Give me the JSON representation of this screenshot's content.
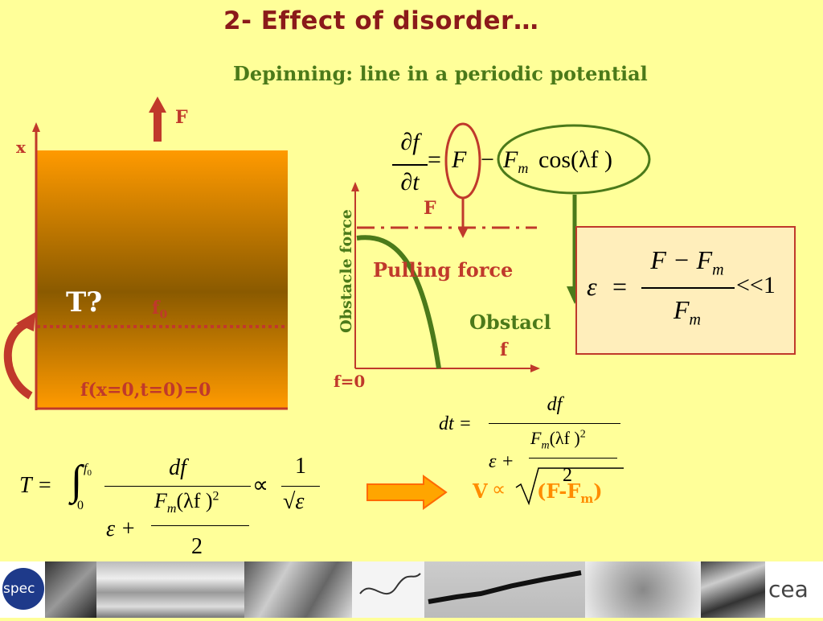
{
  "slide": {
    "title": "2- Effect of disorder…",
    "subtitle": "Depinning: line in a periodic potential"
  },
  "left_diagram": {
    "axis_x_label": "x",
    "force_arrow_label": "F",
    "temperature_label": "T?",
    "f0_label": "f",
    "f0_subscript": "0",
    "initial_condition": "f(x=0,t=0)=0"
  },
  "equation_of_motion": {
    "df": "∂f",
    "dt": "∂t",
    "eq": "=",
    "F": "F",
    "minus": "−",
    "Fm": "F",
    "m_sub": "m",
    "cos": "cos(λf )"
  },
  "force_plot": {
    "y_axis_label": "Obstacle force",
    "F_label": "F",
    "pulling_force_label": "Pulling force",
    "obstacle_label": "Obstacl",
    "f_axis_label": "f",
    "f0_axis_label": "f=0"
  },
  "epsilon_box": {
    "eps": "ε",
    "eq": "=",
    "numerator": "F − F",
    "num_sub": "m",
    "denominator": "F",
    "den_sub": "m",
    "condition": "<<1"
  },
  "dt_formula": {
    "lhs": "dt =",
    "num": "df",
    "den_eps": "ε +",
    "den_num": "F",
    "den_sub": "m",
    "den_rest": "(λf )",
    "den_exp": "2",
    "den_den": "2"
  },
  "velocity": {
    "v": "V",
    "prop": "∝",
    "inside": "(F-F",
    "sub": "m",
    "close": ")"
  },
  "T_formula": {
    "lhs": "T =",
    "integral": "∫",
    "upper": "f",
    "upper_sub": "0",
    "lower": "0",
    "num": "df",
    "den_eps": "ε +",
    "den_num": "F",
    "den_sub": "m",
    "den_rest": "(λf )",
    "den_exp": "2",
    "den_den": "2",
    "prop": "∝",
    "one": "1",
    "sqrt": "√ε"
  },
  "footer": {
    "logo_left": "spec",
    "logo_right": "cea"
  }
}
